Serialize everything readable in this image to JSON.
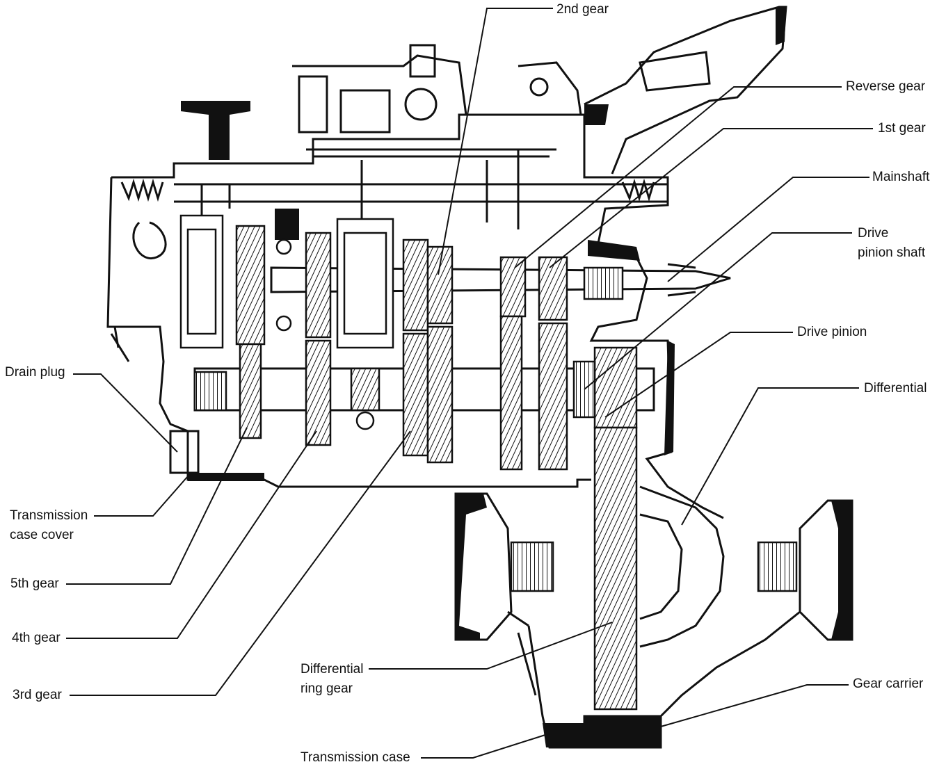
{
  "labels": {
    "second_gear": "2nd gear",
    "reverse_gear": "Reverse gear",
    "first_gear": "1st gear",
    "mainshaft": "Mainshaft",
    "drive_pinion_shaft_1": "Drive",
    "drive_pinion_shaft_2": "pinion shaft",
    "drive_pinion": "Drive pinion",
    "differential": "Differential",
    "drain_plug": "Drain plug",
    "case_cover_1": "Transmission",
    "case_cover_2": "case cover",
    "fifth_gear": "5th gear",
    "fourth_gear": "4th gear",
    "third_gear": "3rd gear",
    "diff_ring_gear_1": "Differential",
    "diff_ring_gear_2": "ring gear",
    "gear_carrier": "Gear carrier",
    "transmission_case": "Transmission case"
  },
  "colors": {
    "ink": "#111111",
    "paper": "#ffffff"
  }
}
